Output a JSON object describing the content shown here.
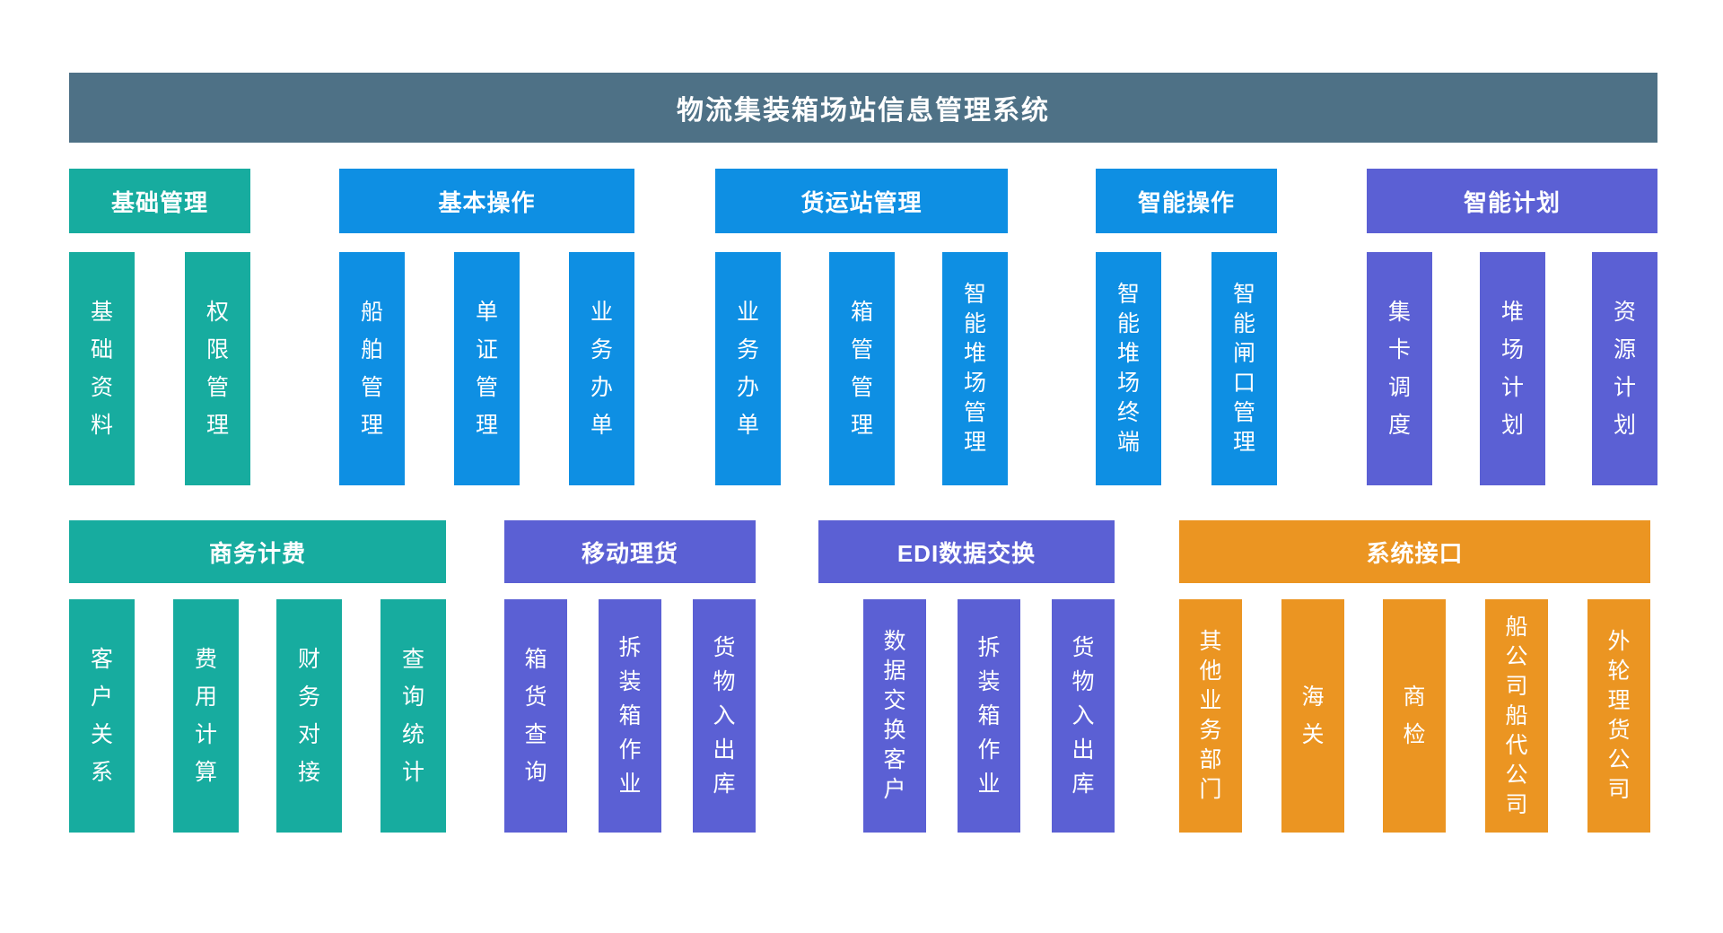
{
  "page": {
    "title": "物流集装箱场站信息管理系统"
  },
  "colors": {
    "slate": "#4E7186",
    "teal": "#17AC9F",
    "blue": "#0E8FE3",
    "purple": "#5B60D4",
    "orange": "#EB9522",
    "text_on_block": "#FFFFFF",
    "background": "#FFFFFF"
  },
  "groups": [
    {
      "label": "基础管理",
      "color": "teal",
      "items": [
        "基础资料",
        "权限管理"
      ]
    },
    {
      "label": "基本操作",
      "color": "blue",
      "items": [
        "船舶管理",
        "单证管理",
        "业务办单"
      ]
    },
    {
      "label": "货运站管理",
      "color": "blue",
      "items": [
        "业务办单",
        "箱管管理",
        "智能堆场管理"
      ]
    },
    {
      "label": "智能操作",
      "color": "blue",
      "items": [
        "智能堆场终端",
        "智能闸口管理"
      ]
    },
    {
      "label": "智能计划",
      "color": "purple",
      "items": [
        "集卡调度",
        "堆场计划",
        "资源计划"
      ]
    },
    {
      "label": "商务计费",
      "color": "teal",
      "items": [
        "客户关系",
        "费用计算",
        "财务对接",
        "查询统计"
      ]
    },
    {
      "label": "移动理货",
      "color": "purple",
      "items": [
        "箱货查询",
        "拆装箱作业",
        "货物入出库"
      ]
    },
    {
      "label": "EDI数据交换",
      "color": "purple",
      "items": [
        "数据交换客户",
        "拆装箱作业",
        "货物入出库"
      ]
    },
    {
      "label": "系统接口",
      "color": "orange",
      "items": [
        "其他业务部门",
        "海关",
        "商检",
        "船公司船代公司",
        "外轮理货公司"
      ]
    }
  ]
}
